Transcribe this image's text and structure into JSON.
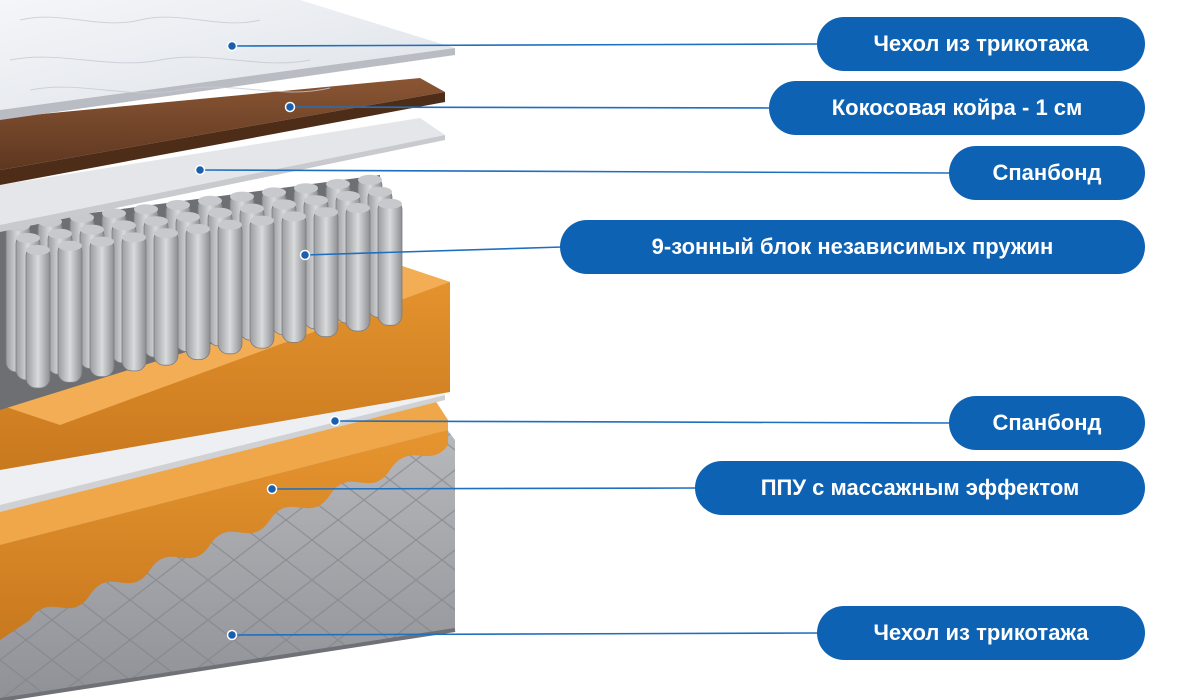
{
  "colors": {
    "callout_fill": "#0d62b3",
    "leader_line": "#1f6fbf",
    "cover_top": "#e9ecf1",
    "coir": "#7a4a2c",
    "spunbond": "#e2e3e7",
    "springs": "#8a8c90",
    "foam": "#d98a2b",
    "cover_bottom": "#9c9ea3"
  },
  "layers": [
    {
      "id": "cover-top",
      "label": "Чехол из трикотажа",
      "icon": "fabric-cover"
    },
    {
      "id": "coir",
      "label": "Кокосовая койра - 1 см",
      "icon": "coconut-coir"
    },
    {
      "id": "spunbond-top",
      "label": "Спанбонд",
      "icon": "spunbond-sheet"
    },
    {
      "id": "springs",
      "label": "9-зонный блок независимых пружин",
      "icon": "pocket-springs"
    },
    {
      "id": "spunbond-bottom",
      "label": "Спанбонд",
      "icon": "spunbond-sheet"
    },
    {
      "id": "massage-foam",
      "label": "ППУ с массажным эффектом",
      "icon": "massage-foam"
    },
    {
      "id": "cover-bottom",
      "label": "Чехол из трикотажа",
      "icon": "fabric-cover"
    }
  ]
}
